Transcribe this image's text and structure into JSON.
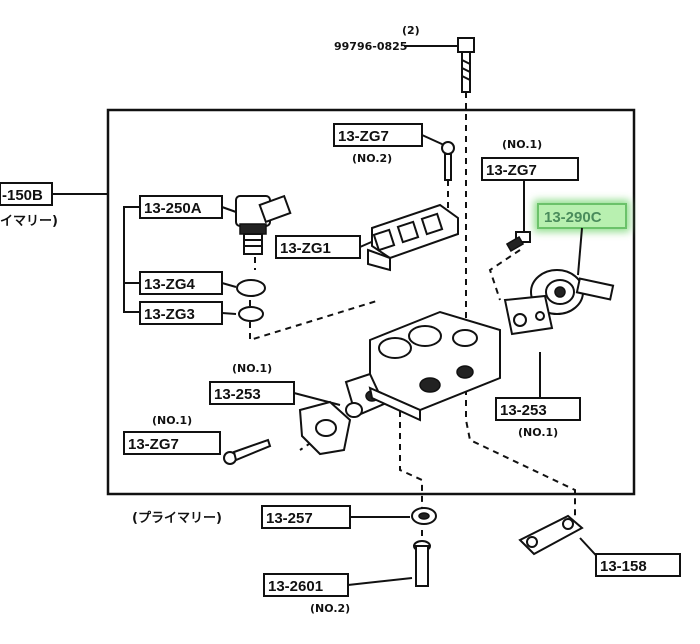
{
  "top_bolt": {
    "qty": "(2)",
    "number": "99796-0825"
  },
  "labels": {
    "outer_left": "-150B",
    "outer_left_jp": "イマリー)",
    "zg7_top": "13-ZG7",
    "zg7_top_sub": "(NO.2)",
    "zg7_right": "13-ZG7",
    "zg7_right_sub": "(NO.1)",
    "p290c": "13-290C",
    "p250a": "13-250A",
    "zg1": "13-ZG1",
    "zg4": "13-ZG4",
    "zg3": "13-ZG3",
    "no1_mid": "(NO.1)",
    "p253_left": "13-253",
    "p253_right": "13-253",
    "p253_right_sub": "(NO.1)",
    "zg7_bottom_sub": "(NO.1)",
    "zg7_bottom": "13-ZG7",
    "p257_jp": "(プライマリー)",
    "p257": "13-257",
    "p158": "13-158",
    "p2601": "13-2601",
    "p2601_sub": "(NO.2)"
  },
  "colors": {
    "highlight_fill": "#b8f0b0",
    "highlight_glow": "#7fd87a",
    "highlight_text": "#4a8c5c"
  }
}
